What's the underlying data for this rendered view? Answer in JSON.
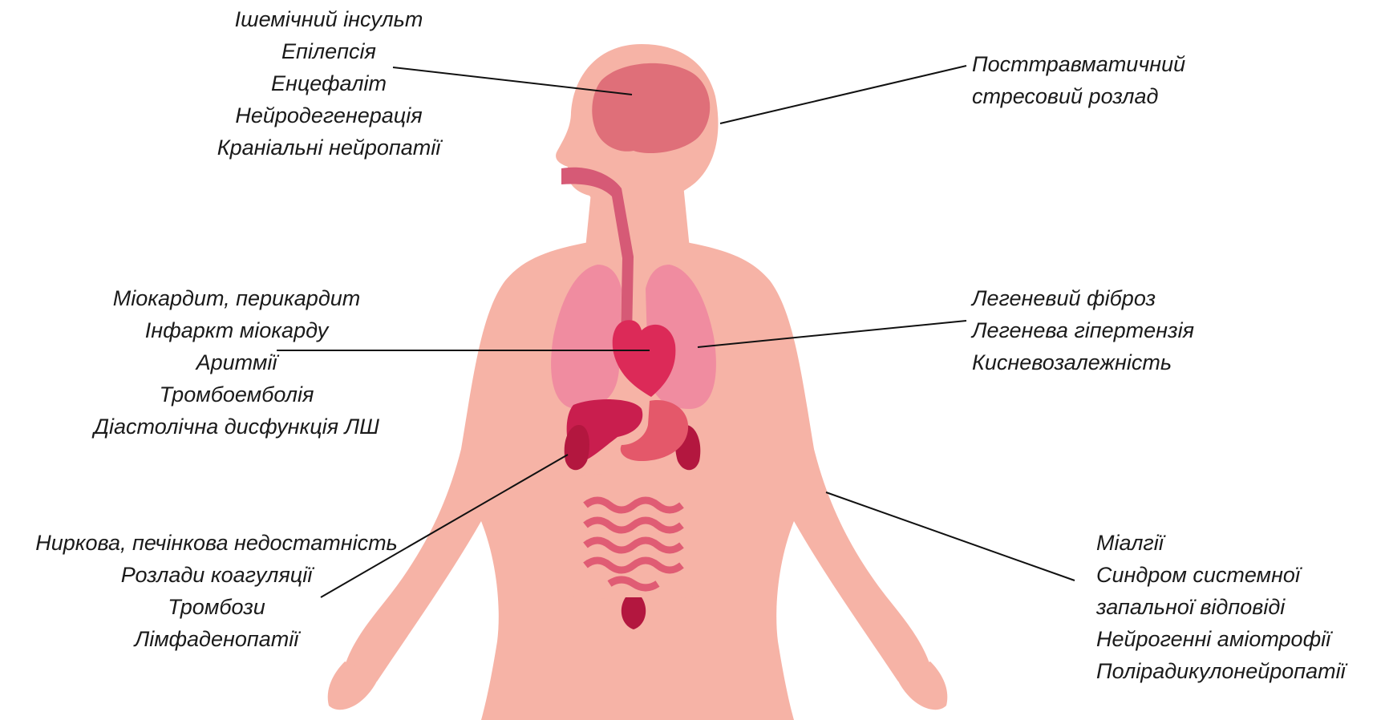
{
  "colors": {
    "skin": "#f6b3a6",
    "brain": "#df6f79",
    "lungs": "#f08ca0",
    "heart": "#dc2a58",
    "liver": "#c91e4e",
    "kidney": "#b3173f",
    "stomach": "#e4586a",
    "intestine": "#e05c74",
    "esophagus": "#d65a76",
    "pointer_line": "#111111"
  },
  "labels": {
    "brain": [
      "Ішемічний інсульт",
      "Епілепсія",
      "Енцефаліт",
      "Нейродегенерація",
      "Краніальні нейропатії"
    ],
    "heart": [
      "Міокардит, перикардит",
      "Інфаркт міокарду",
      "Аритмії",
      "Тромбоемболія",
      "Діастолічна дисфункція ЛШ"
    ],
    "kidney_liver": [
      "Ниркова, печінкова недостатність",
      "Розлади коагуляції",
      "Тромбози",
      "Лімфаденопатії"
    ],
    "ptsd": [
      "Посттравматичний",
      "стресовий розлад"
    ],
    "lungs": [
      "Легеневий фіброз",
      "Легенева гіпертензія",
      "Кисневозалежність"
    ],
    "muscle": [
      "Міалгії",
      "Синдром системної",
      "запальної відповіді",
      "Нейрогенні аміотрофії",
      "Полірадикулонейропатії"
    ]
  }
}
